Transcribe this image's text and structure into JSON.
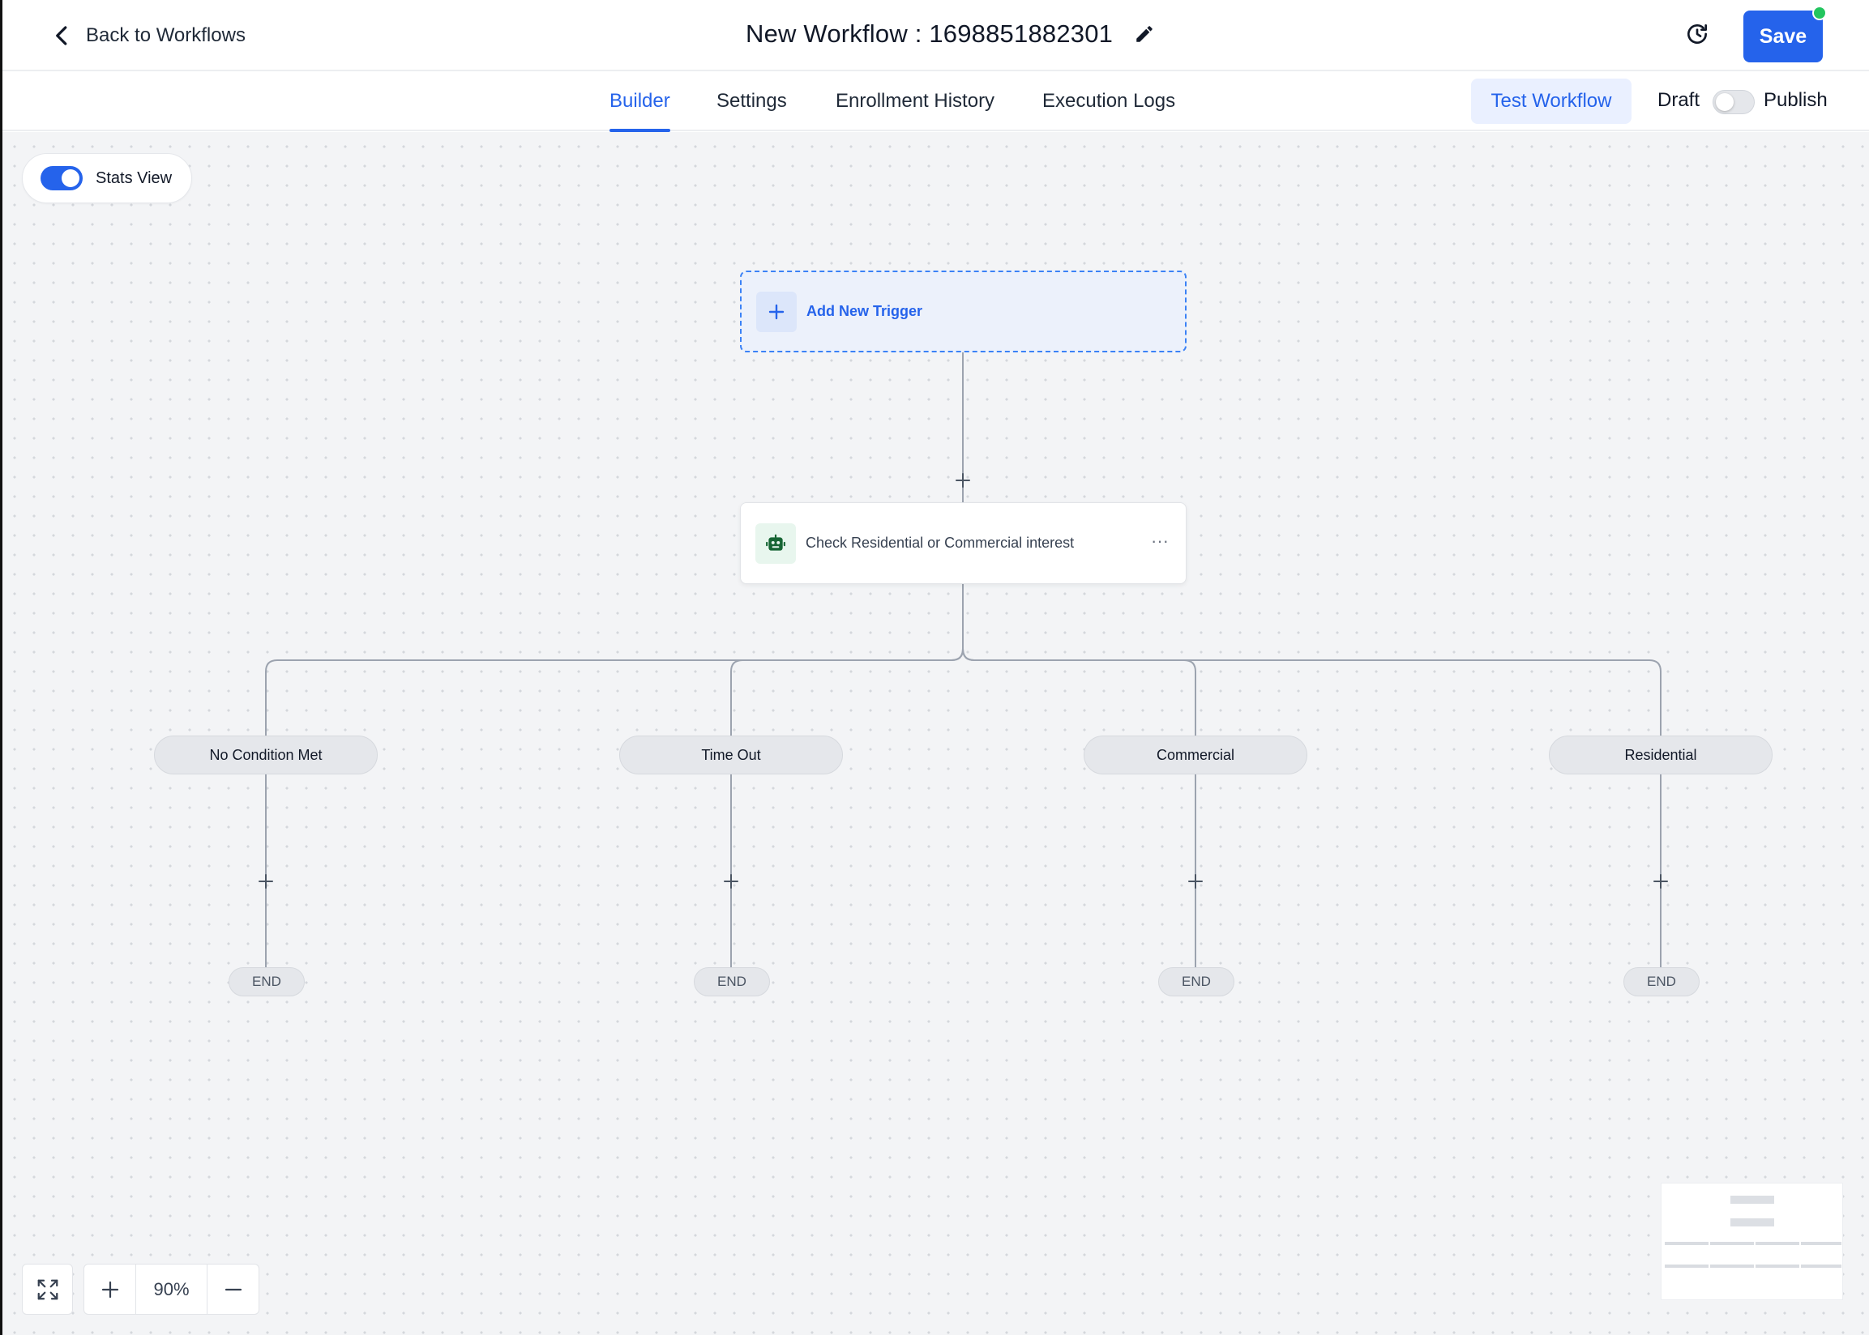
{
  "header": {
    "back_label": "Back to Workflows",
    "title": "New Workflow : 1698851882301",
    "save_label": "Save",
    "save_status_color": "#22c55e",
    "icons": {
      "back": "chevron-left-icon",
      "edit": "pencil-icon",
      "history": "history-icon"
    }
  },
  "tabs": [
    {
      "label": "Builder",
      "active": true
    },
    {
      "label": "Settings",
      "active": false
    },
    {
      "label": "Enrollment History",
      "active": false
    },
    {
      "label": "Execution Logs",
      "active": false
    }
  ],
  "toolbar": {
    "test_label": "Test Workflow",
    "draft_label": "Draft",
    "publish_label": "Publish",
    "published": false
  },
  "canvas": {
    "stats_view_label": "Stats View",
    "stats_view_enabled": true,
    "trigger_label": "Add New Trigger",
    "action_label": "Check Residential or Commercial interest",
    "action_icon": "robot-icon",
    "more_label": "···",
    "branches": [
      {
        "label": "No Condition Met",
        "end_label": "END"
      },
      {
        "label": "Time Out",
        "end_label": "END"
      },
      {
        "label": "Commercial",
        "end_label": "END"
      },
      {
        "label": "Residential",
        "end_label": "END"
      }
    ],
    "zoom_value": "90%"
  },
  "colors": {
    "accent": "#2563eb",
    "canvas_bg": "#f3f4f6",
    "trigger_bg": "#ecf1fb",
    "action_icon_bg": "#e8f6ee",
    "action_icon_color": "#166534"
  }
}
